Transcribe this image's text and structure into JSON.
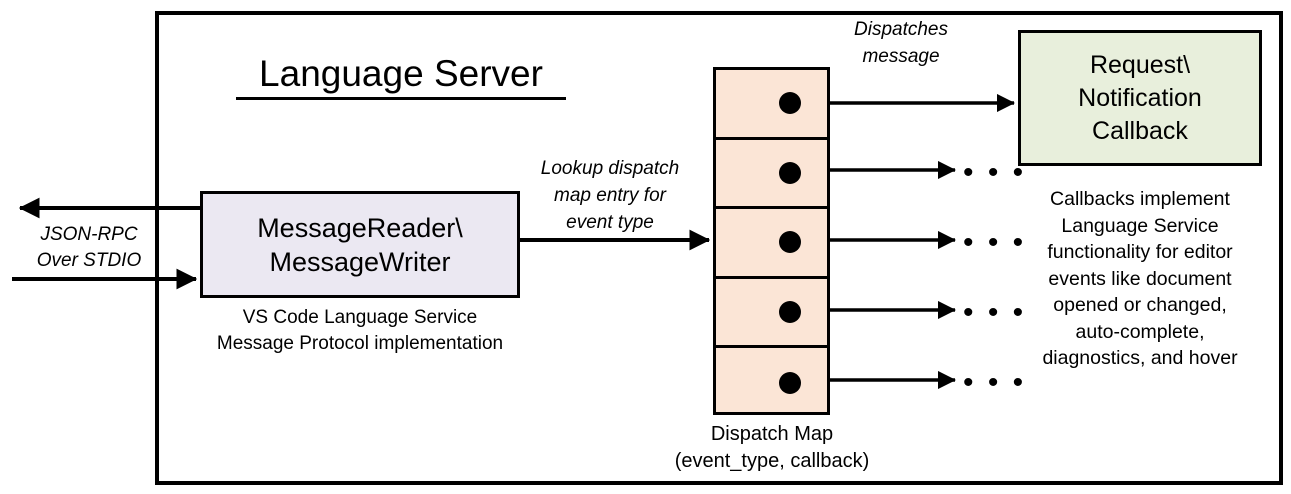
{
  "diagram": {
    "title": "Language Server",
    "left_flow": {
      "protocol_label_line1": "JSON-RPC",
      "protocol_label_line2": "Over STDIO",
      "box_line1": "MessageReader\\",
      "box_line2": "MessageWriter",
      "box_fill": "#ebe8f2",
      "caption_line1": "VS Code Language Service",
      "caption_line2": "Message Protocol implementation"
    },
    "middle_flow": {
      "lookup_label_line1": "Lookup dispatch",
      "lookup_label_line2": "map entry for",
      "lookup_label_line3": "event type",
      "table_fill": "#fbe5d6",
      "rows": [
        {
          "id": "dispatch-row-1"
        },
        {
          "id": "dispatch-row-2"
        },
        {
          "id": "dispatch-row-3"
        },
        {
          "id": "dispatch-row-4"
        },
        {
          "id": "dispatch-row-5"
        }
      ],
      "caption_line1": "Dispatch Map",
      "caption_line2": "(event_type, callback)"
    },
    "right_flow": {
      "dispatch_label_line1": "Dispatches",
      "dispatch_label_line2": "message",
      "callback_box_line1": "Request\\",
      "callback_box_line2": "Notification",
      "callback_box_line3": "Callback",
      "callback_box_fill": "#e8efdc",
      "ellipsis": "• • •",
      "ellipsis_items": [
        {
          "text": "• • •"
        },
        {
          "text": "• • •"
        },
        {
          "text": "• • •"
        },
        {
          "text": "• • •"
        }
      ],
      "caption_line1": "Callbacks implement",
      "caption_line2": "Language Service",
      "caption_line3": "functionality for editor",
      "caption_line4": "events like document",
      "caption_line5": "opened or changed,",
      "caption_line6": "auto-complete,",
      "caption_line7": "diagnostics, and hover"
    }
  }
}
